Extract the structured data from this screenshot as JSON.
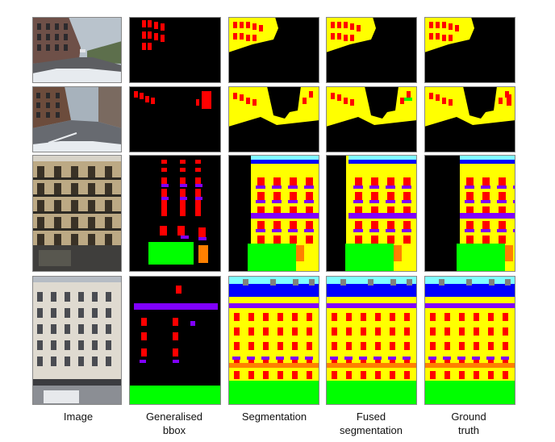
{
  "figure": {
    "columns": [
      {
        "id": "image",
        "label": "Image"
      },
      {
        "id": "bbox",
        "label": "Generalised\nbbox"
      },
      {
        "id": "segmentation",
        "label": "Segmentation"
      },
      {
        "id": "fused",
        "label": "Fused\nsegmentation"
      },
      {
        "id": "ground_truth",
        "label": "Ground\ntruth"
      }
    ],
    "rows": [
      {
        "id": "street-1"
      },
      {
        "id": "street-2"
      },
      {
        "id": "facade-1"
      },
      {
        "id": "facade-2"
      }
    ]
  },
  "palette": {
    "window": "#ff0000",
    "wall": "#ffff00",
    "balcony": "#8000ff",
    "door": "#ff8000",
    "shop": "#00ff00",
    "roof": "#0000ff",
    "sky": "#80ffff",
    "chimney": "#808080",
    "background": "#000000",
    "border": "#888888"
  }
}
